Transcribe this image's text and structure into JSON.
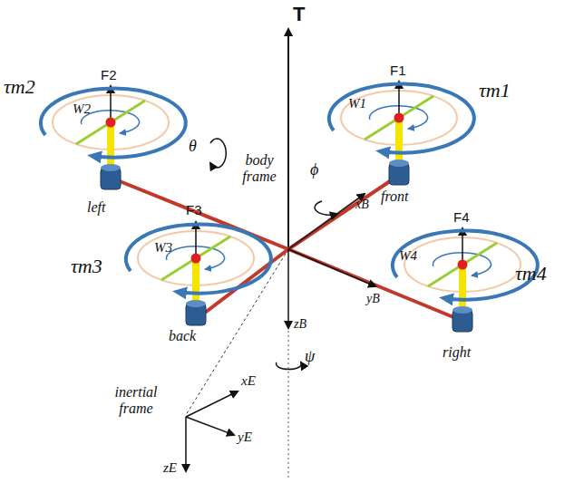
{
  "diagram": {
    "labels": [
      "T",
      "τm2",
      "F2",
      "W2",
      "F1",
      "τm1",
      "W1",
      "body frame",
      "left",
      "θ",
      "ϕ",
      "xB",
      "front",
      "F3",
      "τm3",
      "W3",
      "F4",
      "τm4",
      "W4",
      "yB",
      "back",
      "zB",
      "right",
      "ψ",
      "inertial frame",
      "xE",
      "yE",
      "zE"
    ]
  }
}
